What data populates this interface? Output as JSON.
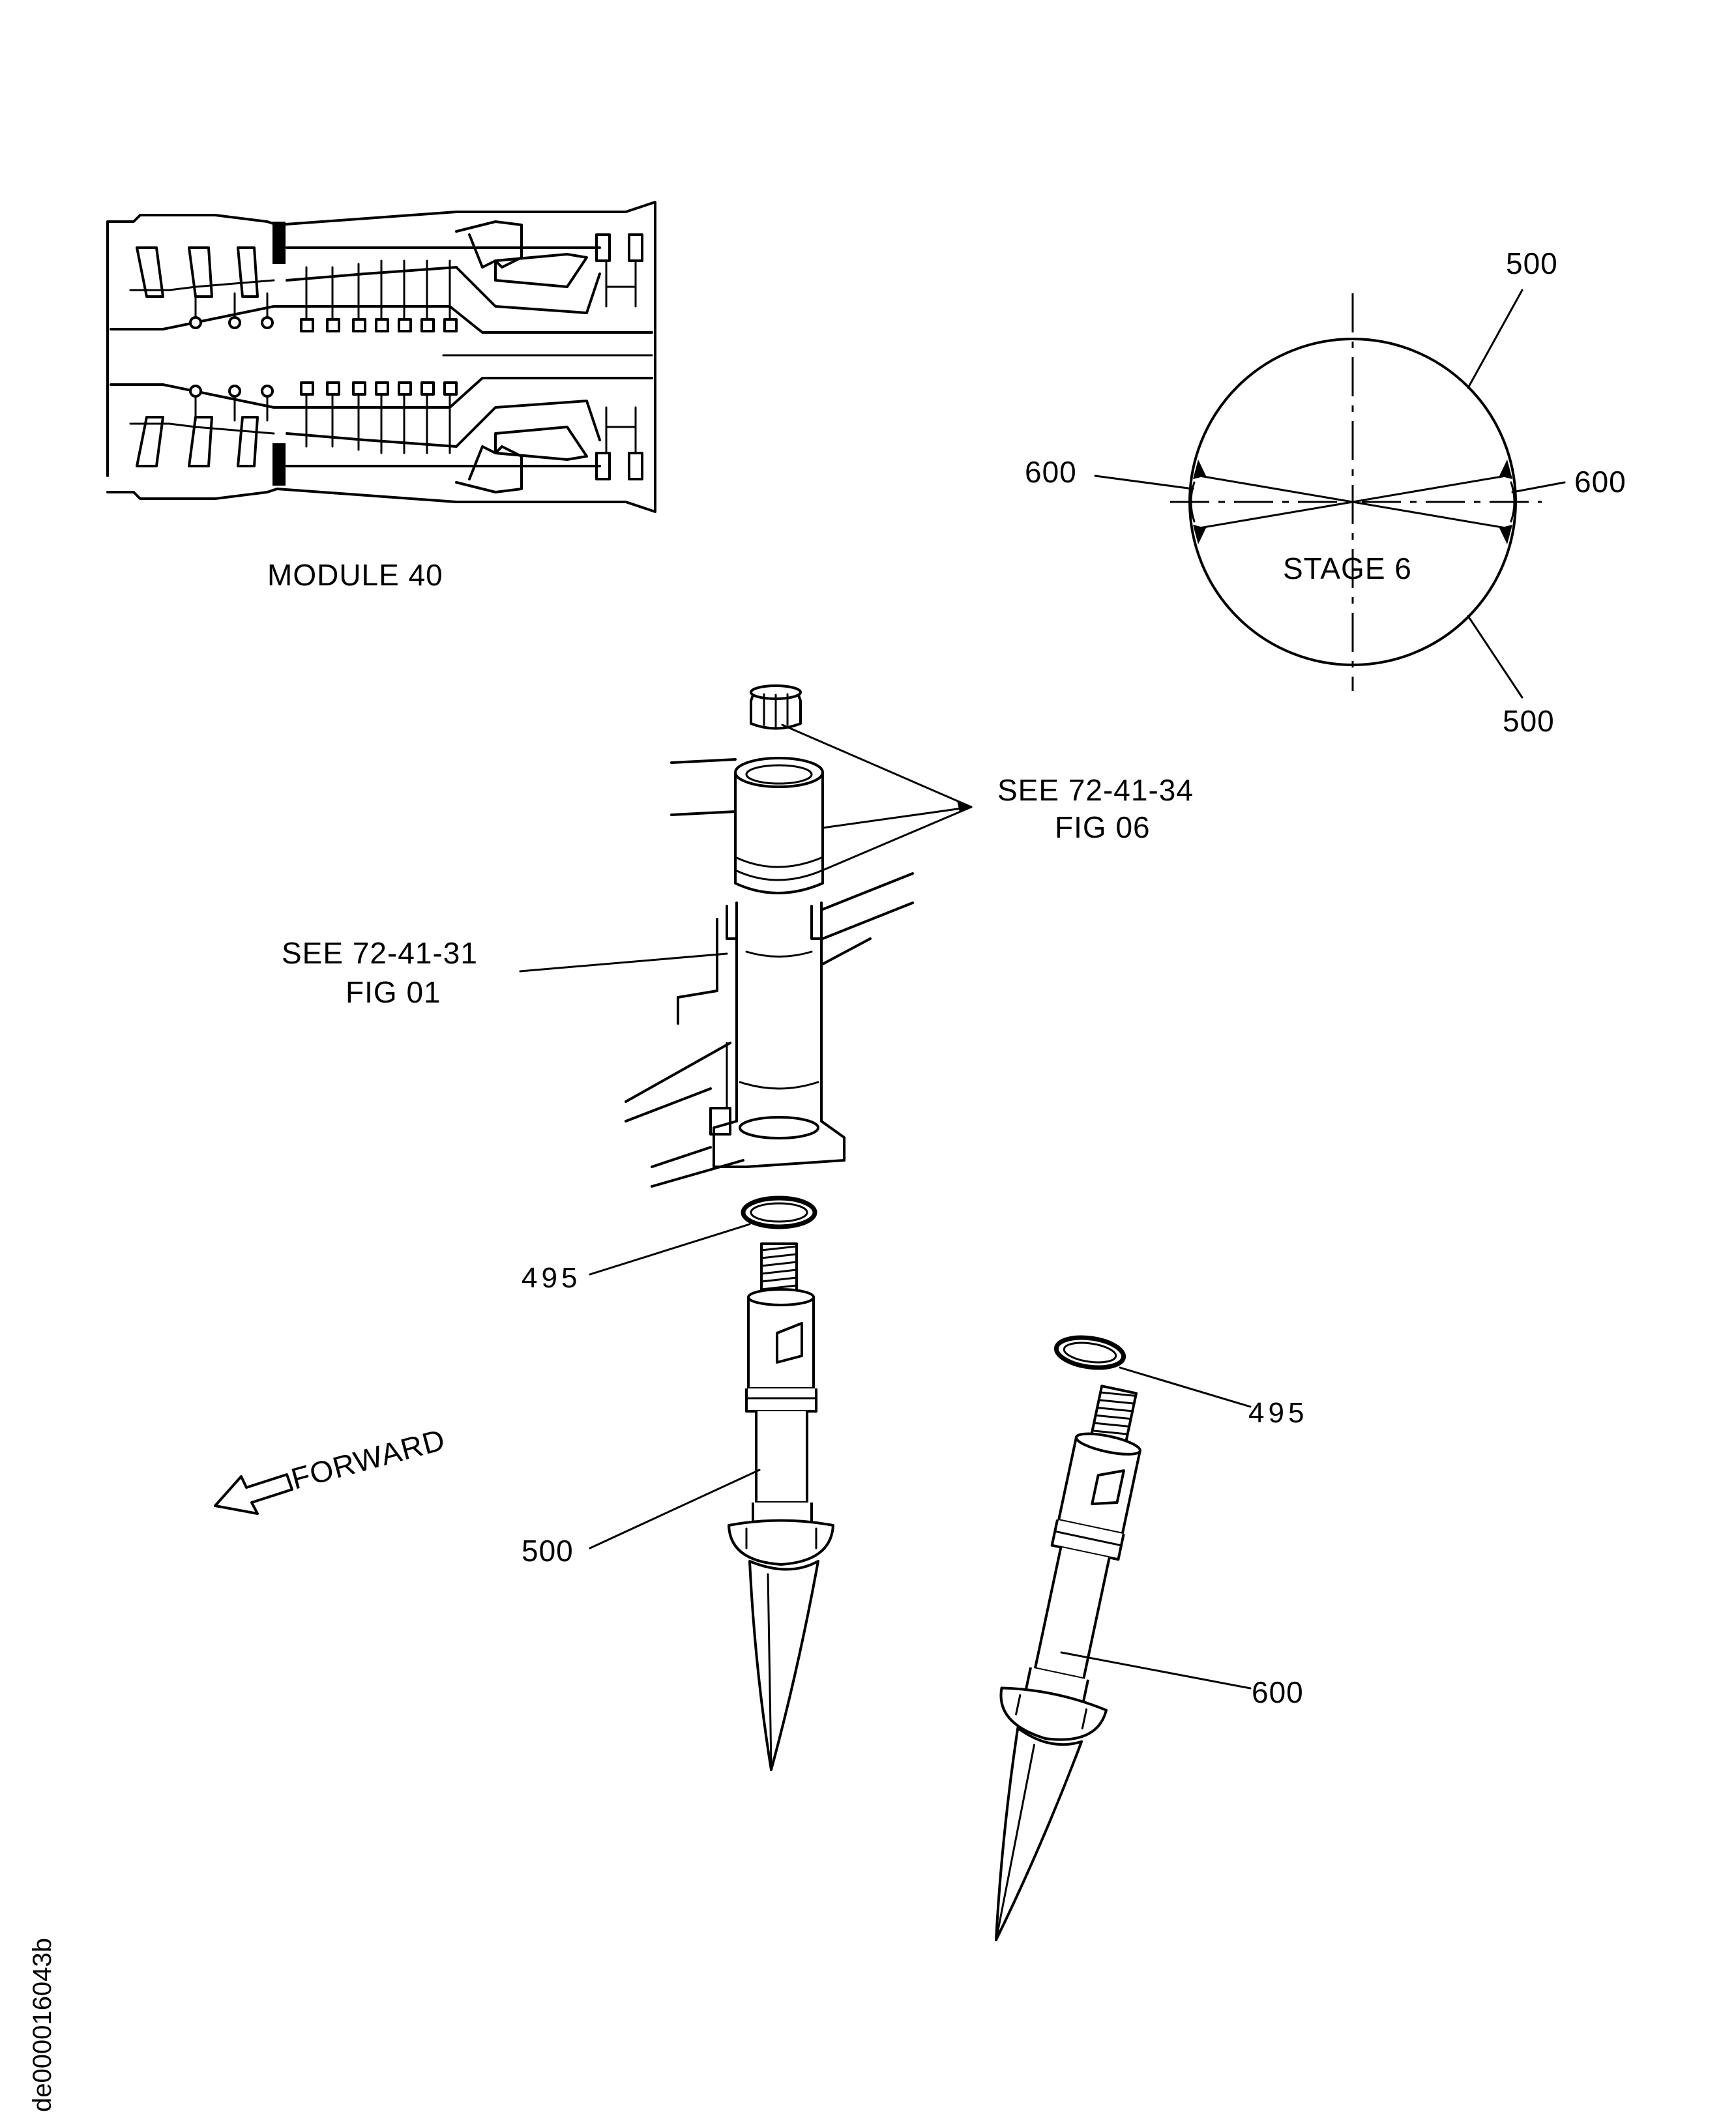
{
  "module": {
    "label": "MODULE 40"
  },
  "stage_diagram": {
    "label": "STAGE 6",
    "callout_top": "500",
    "callout_bottom": "500",
    "callout_left": "600",
    "callout_right": "600"
  },
  "references": {
    "ref_72_41_34_line1": "SEE 72-41-34",
    "ref_72_41_34_line2": "FIG 06",
    "ref_72_41_31_line1": "SEE 72-41-31",
    "ref_72_41_31_line2": "FIG 01"
  },
  "callouts": {
    "seal_left": "495",
    "seal_right": "495",
    "vane_left": "500",
    "vane_right": "600"
  },
  "direction": {
    "label": "FORWARD"
  },
  "figure_id": "de000016043b"
}
